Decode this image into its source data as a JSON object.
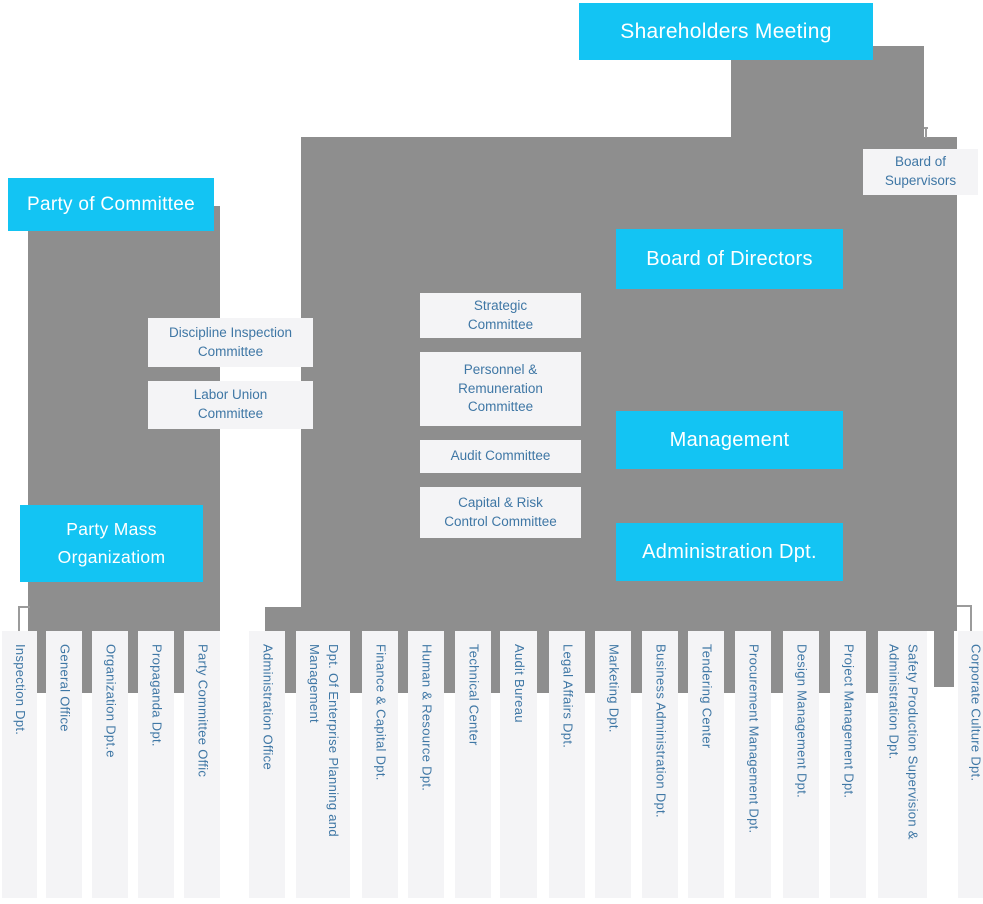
{
  "palette": {
    "node_cyan": "#13C4F3",
    "connector_gray": "#8E8E8E",
    "light_box_bg": "#F4F4F6",
    "text_blue": "#3F77A5",
    "text_white": "#FFFFFF",
    "thin_line_gray": "#9B9B9B"
  },
  "nodes": {
    "shareholders_meeting": "Shareholders Meeting",
    "board_of_supervisors": "Board of Supervisors",
    "party_of_committee": "Party of Committee",
    "board_of_directors": "Board of Directors",
    "management": "Management",
    "administration_dpt": "Administration Dpt.",
    "party_mass_organization": "Party Mass Organizatiom",
    "discipline_inspection_committee": "Discipline Inspection Committee",
    "labor_union_committee": "Labor Union Committee",
    "strategic_committee": "Strategic Committee",
    "personnel_remuneration_committee": "Personnel & Remuneration Committee",
    "audit_committee": "Audit Committee",
    "capital_risk_control_committee": "Capital & Risk Control Committee"
  },
  "party_departments": [
    "Inspection Dpt.",
    "General Office",
    "Organization Dpt.e",
    "Propaganda Dpt.",
    "Party Committee Offic"
  ],
  "company_departments": [
    "Administration Office",
    "Dpt. Of Enterprise Planning and Management",
    "Finance & Capital Dpt.",
    "Human & Resource Dpt.",
    "Technical Center",
    "Audit Bureau",
    "Legal Affairs Dpt.",
    "Marketing Dpt.",
    "Business Administration Dpt.",
    "Tendering Center",
    "Procurement Management Dpt.",
    "Design Management Dpt.",
    "Project Management Dpt.",
    "Safety Production Supervision & Administration Dpt.",
    "Corporate Culture Dpt."
  ]
}
